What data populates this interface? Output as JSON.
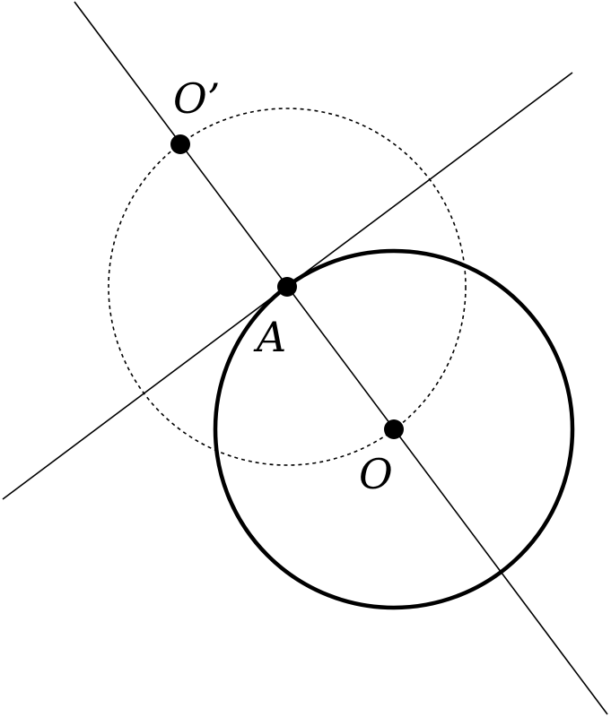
{
  "colors": {
    "background": "#ffffff",
    "ink": "#000000"
  },
  "points": {
    "o_prime": {
      "label": "O’"
    },
    "a": {
      "label": "A"
    },
    "o": {
      "label": "O"
    }
  }
}
